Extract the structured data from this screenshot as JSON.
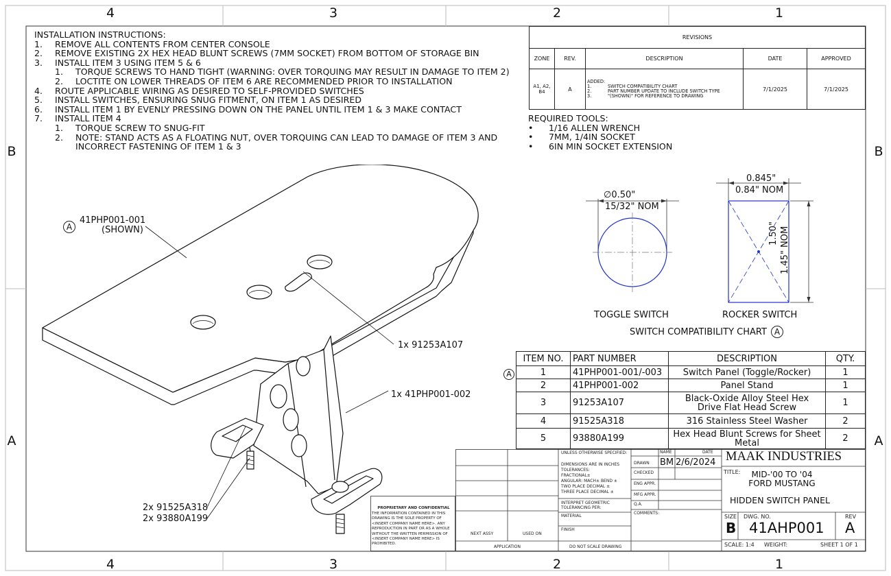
{
  "zones": {
    "top": [
      "4",
      "3",
      "2",
      "1"
    ],
    "bottom": [
      "4",
      "3",
      "2",
      "1"
    ],
    "left": [
      "B",
      "A"
    ],
    "right": [
      "B",
      "A"
    ]
  },
  "instructions": {
    "heading": "INSTALLATION INSTRUCTIONS:",
    "steps": [
      {
        "n": "1.",
        "t": "REMOVE ALL CONTENTS FROM CENTER CONSOLE"
      },
      {
        "n": "2.",
        "t": "REMOVE EXISTING 2X HEX HEAD BLUNT SCREWS (7MM SOCKET) FROM BOTTOM OF STORAGE BIN"
      },
      {
        "n": "3.",
        "t": "INSTALL ITEM 3 USING ITEM 5 & 6"
      },
      {
        "n": "1.",
        "t": "TORQUE SCREWS TO HAND TIGHT (WARNING: OVER TORQUING MAY RESULT IN DAMAGE TO ITEM 2)",
        "sub": true
      },
      {
        "n": "2.",
        "t": "LOCTITE ON LOWER THREADS OF ITEM 6 ARE RECOMMENDED PRIOR TO INSTALLATION",
        "sub": true
      },
      {
        "n": "4.",
        "t": "ROUTE APPLICABLE WIRING AS DESIRED TO SELF-PROVIDED SWITCHES"
      },
      {
        "n": "5.",
        "t": "INSTALL SWITCHES, ENSURING SNUG FITMENT, ON ITEM 1 AS DESIRED"
      },
      {
        "n": "6.",
        "t": "INSTALL ITEM 1 BY EVENLY PRESSING DOWN ON THE PANEL UNTIL ITEM 1 & 3 MAKE CONTACT"
      },
      {
        "n": "7.",
        "t": "INSTALL ITEM 4"
      },
      {
        "n": "1.",
        "t": "TORQUE SCREW TO SNUG-FIT",
        "sub": true
      },
      {
        "n": "2.",
        "t": "NOTE: STAND ACTS AS A FLOATING NUT, OVER TORQUING CAN LEAD TO DAMAGE OF ITEM 3 AND INCORRECT FASTENING OF ITEM 1 & 3",
        "sub": true
      }
    ]
  },
  "revisions": {
    "title": "REVISIONS",
    "headers": [
      "ZONE",
      "REV.",
      "DESCRIPTION",
      "DATE",
      "APPROVED"
    ],
    "row": {
      "zone": "A1, A2, B4",
      "rev": "A",
      "desc_head": "ADDED:",
      "desc_lines": [
        {
          "n": "1.",
          "t": "SWITCH COMPATIBILITY CHART"
        },
        {
          "n": "2.",
          "t": "PART NUMBER UPDATE TO INCLUDE SWITCH TYPE"
        },
        {
          "n": "3.",
          "t": "\"(SHOWN)\" FOR REFERENCE TO DRAWING"
        }
      ],
      "date": "7/1/2025",
      "approved": "7/1/2025"
    }
  },
  "tools": {
    "heading": "REQUIRED TOOLS:",
    "items": [
      "1/16 ALLEN WRENCH",
      "7MM, 1/4IN SOCKET",
      "6IN MIN SOCKET EXTENSION"
    ],
    "bullet": "•"
  },
  "chart": {
    "toggle": {
      "dim": "0.50\"",
      "nom": "15/32\" NOM",
      "label": "TOGGLE SWITCH",
      "dia_symbol": "∅"
    },
    "rocker": {
      "w": "0.845\"",
      "w_nom": "0.84\" NOM",
      "h": "1.50\"",
      "h_nom": "1.45\" NOM",
      "label": "ROCKER SWITCH"
    },
    "title": "SWITCH COMPATIBILITY CHART",
    "rev_marker": "A"
  },
  "callouts": {
    "panel_part": "41PHP001-001",
    "panel_shown": "(SHOWN)",
    "panel_marker": "A",
    "screw": "1x 91253A107",
    "stand": "1x 41PHP001-002",
    "washer": "2x 91525A318",
    "hexscrew": "2x 93880A199"
  },
  "bom": {
    "headers": [
      "ITEM NO.",
      "PART NUMBER",
      "DESCRIPTION",
      "QTY."
    ],
    "marker": "A",
    "rows": [
      {
        "item": "1",
        "part": "41PHP001-001/-003",
        "desc": "Switch Panel (Toggle/Rocker)",
        "qty": "1"
      },
      {
        "item": "2",
        "part": "41PHP001-002",
        "desc": "Panel Stand",
        "qty": "1"
      },
      {
        "item": "3",
        "part": "91253A107",
        "desc": "Black-Oxide Alloy Steel Hex Drive Flat Head Screw",
        "qty": "1"
      },
      {
        "item": "4",
        "part": "91525A318",
        "desc": "316 Stainless Steel Washer",
        "qty": "2"
      },
      {
        "item": "5",
        "part": "93880A199",
        "desc": "Hex Head Blunt Screws for Sheet Metal",
        "qty": "2"
      }
    ]
  },
  "title_block": {
    "unless": "UNLESS OTHERWISE SPECIFIED:",
    "name_h": "NAME",
    "date_h": "DATE",
    "dims": "DIMENSIONS ARE IN INCHES",
    "tolerances": "TOLERANCES:",
    "fractional": "FRACTIONAL±",
    "angular": "ANGULAR: MACH±   BEND ±",
    "two_place": "TWO PLACE DECIMAL   ±",
    "three_place": "THREE PLACE DECIMAL  ±",
    "interpret": "INTERPRET GEOMETRIC TOLERANCING PER:",
    "material": "MATERIAL",
    "finish": "FINISH",
    "no_scale": "DO NOT SCALE DRAWING",
    "drawn": "DRAWN",
    "drawn_name": "BM",
    "drawn_date": "2/6/2024",
    "checked": "CHECKED",
    "eng_appr": "ENG APPR.",
    "mfg_appr": "MFG APPR.",
    "qa": "Q.A.",
    "comments": "COMMENTS:",
    "company": "MAAK INDUSTRIES",
    "title_label": "TITLE:",
    "title1": "MID-'00 TO '04",
    "title2": "FORD MUSTANG",
    "title3": "HIDDEN SWITCH PANEL",
    "size_label": "SIZE",
    "size": "B",
    "dwg_label": "DWG.  NO.",
    "dwg_no": "41AHP001",
    "rev_label": "REV",
    "rev": "A",
    "scale": "SCALE: 1:4",
    "weight": "WEIGHT:",
    "sheet": "SHEET 1 OF 1",
    "prop_title": "PROPRIETARY AND CONFIDENTIAL",
    "prop_text": "THE INFORMATION CONTAINED IN THIS DRAWING IS THE SOLE PROPERTY OF <INSERT COMPANY NAME HERE>.  ANY REPRODUCTION IN PART OR AS A WHOLE WITHOUT THE WRITTEN PERMISSION OF <INSERT COMPANY NAME HERE> IS PROHIBITED.",
    "next_assy": "NEXT ASSY",
    "used_on": "USED ON",
    "application": "APPLICATION"
  }
}
